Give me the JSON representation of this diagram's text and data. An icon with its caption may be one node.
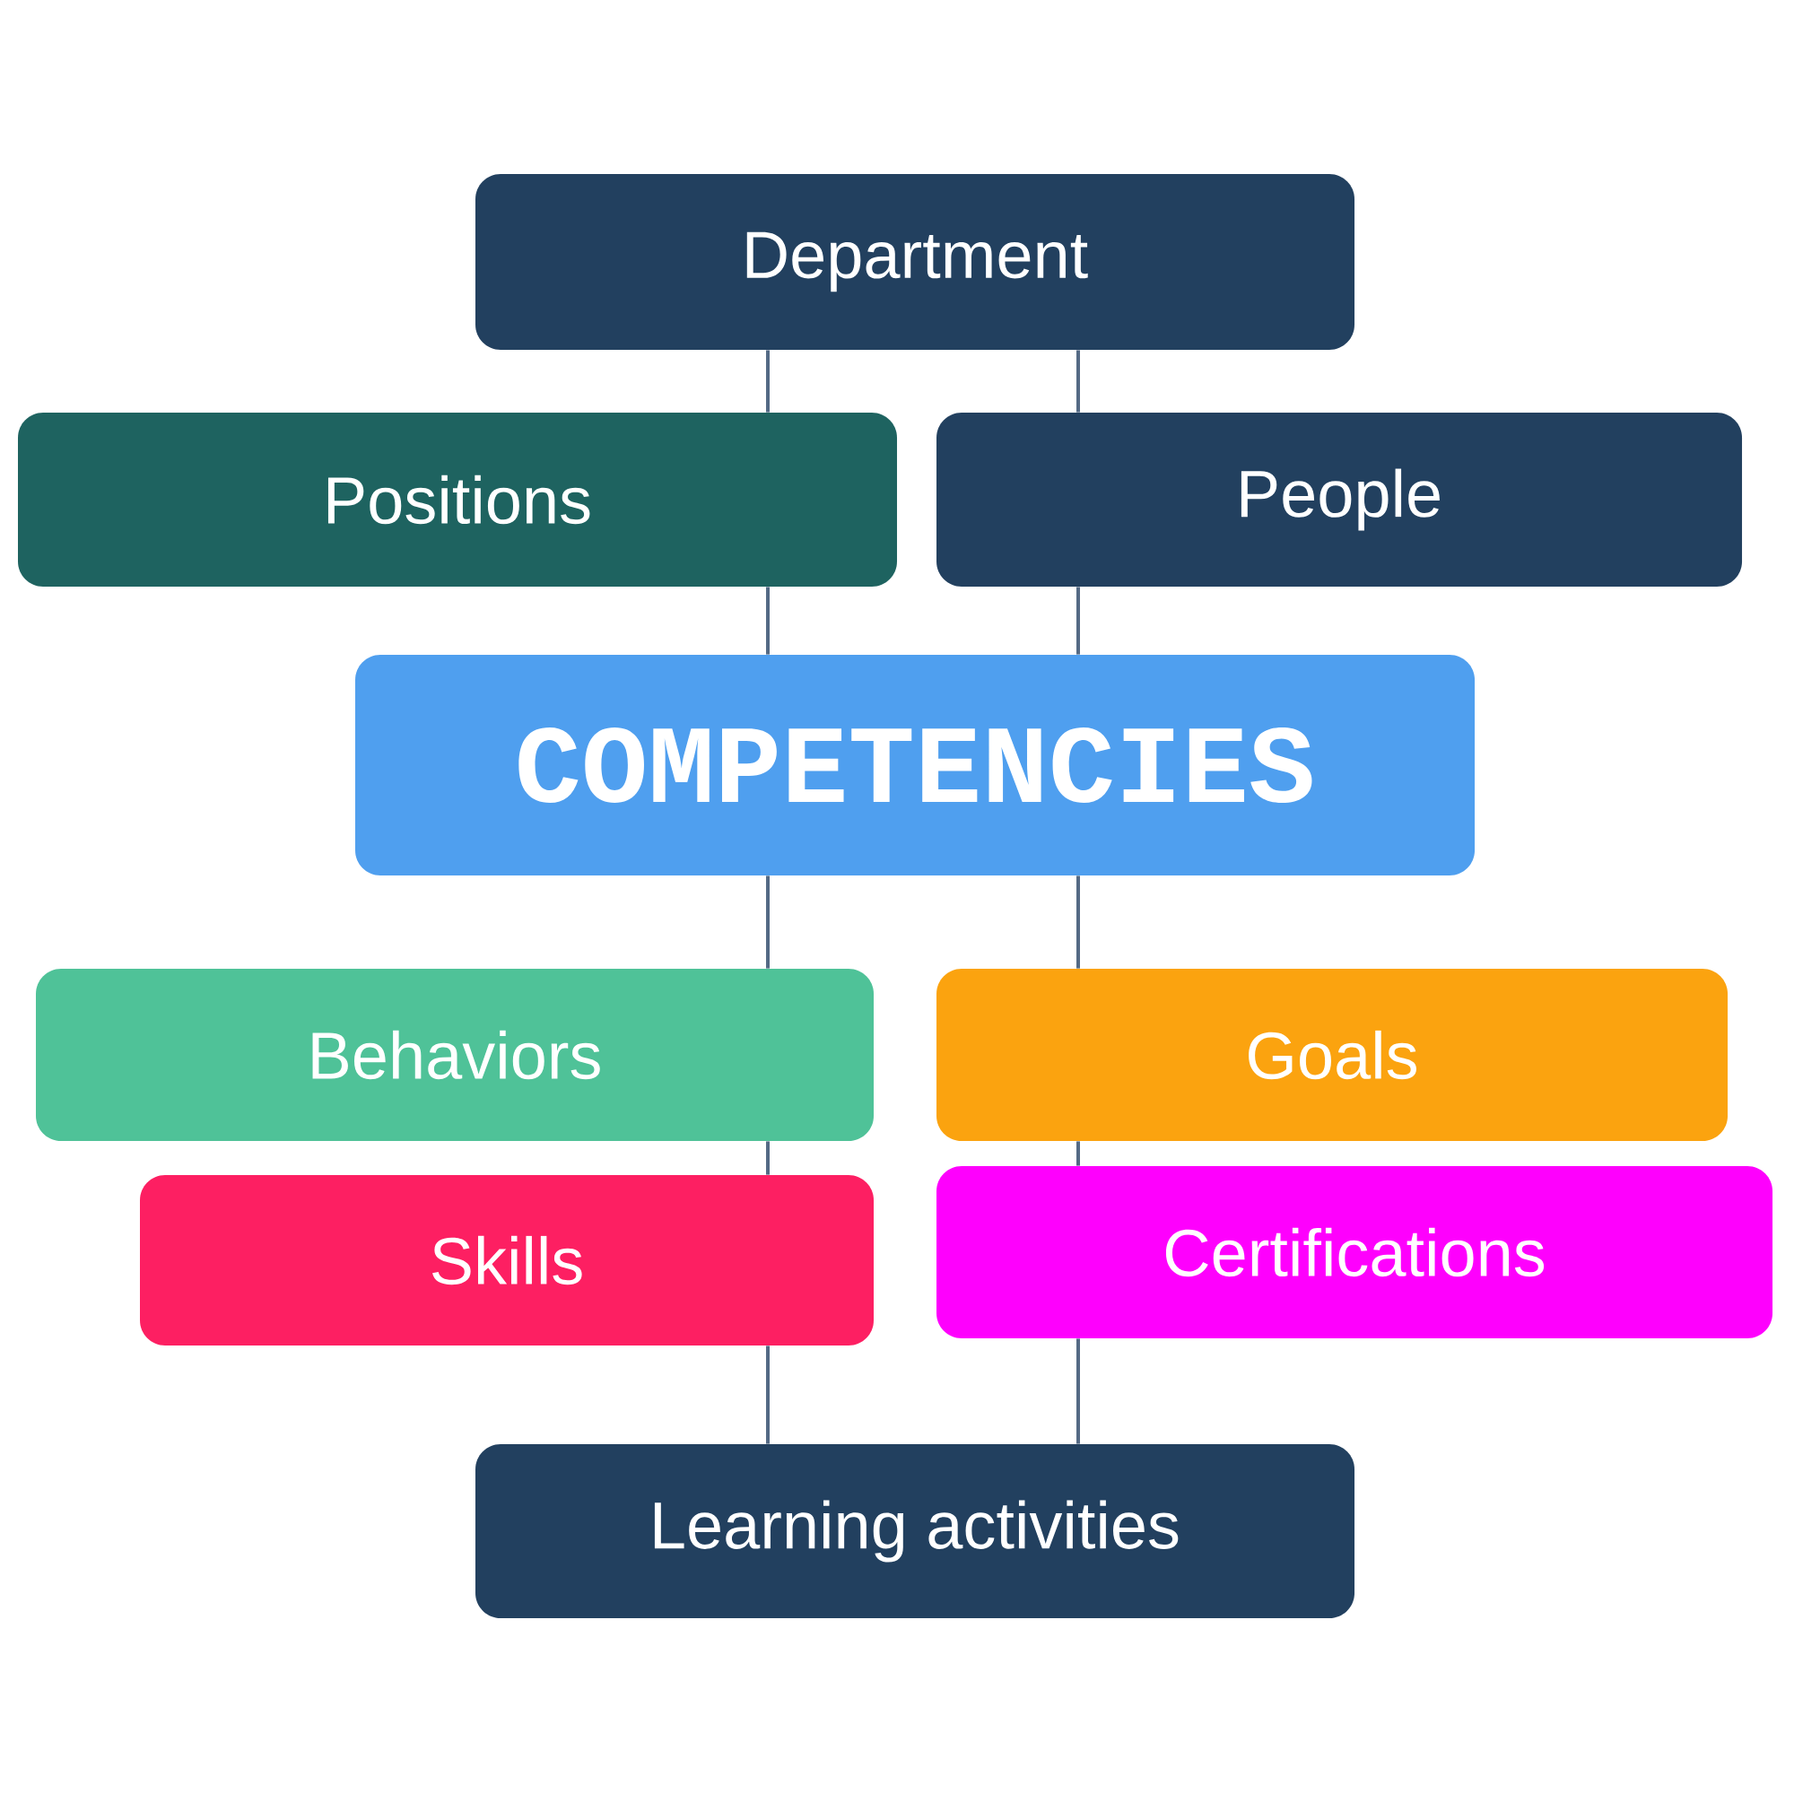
{
  "diagram": {
    "nodes": [
      {
        "text": [
          "Department"
        ]
      },
      {
        "text": [
          "Positions"
        ]
      },
      {
        "text": [
          "People"
        ]
      },
      {
        "text": [
          "COMPETENCIES"
        ]
      },
      {
        "text": [
          "Behaviors"
        ]
      },
      {
        "text": [
          "Goals"
        ]
      },
      {
        "text": [
          "Skills"
        ]
      },
      {
        "text": [
          "Certifications"
        ]
      },
      {
        "text": [
          "Learning activities"
        ]
      }
    ],
    "edges": [
      {
        "from": 0,
        "to": 1,
        "arrow": "none"
      },
      {
        "from": 0,
        "to": 2,
        "arrow": "none"
      },
      {
        "from": 1,
        "to": 3,
        "arrow": "none"
      },
      {
        "from": 2,
        "to": 3,
        "arrow": "none"
      },
      {
        "from": 3,
        "to": 4,
        "arrow": "none"
      },
      {
        "from": 3,
        "to": 5,
        "arrow": "none"
      },
      {
        "from": 4,
        "to": 6,
        "arrow": "none"
      },
      {
        "from": 5,
        "to": 7,
        "arrow": "none"
      },
      {
        "from": 6,
        "to": 8,
        "arrow": "none"
      },
      {
        "from": 7,
        "to": 8,
        "arrow": "none"
      }
    ]
  }
}
